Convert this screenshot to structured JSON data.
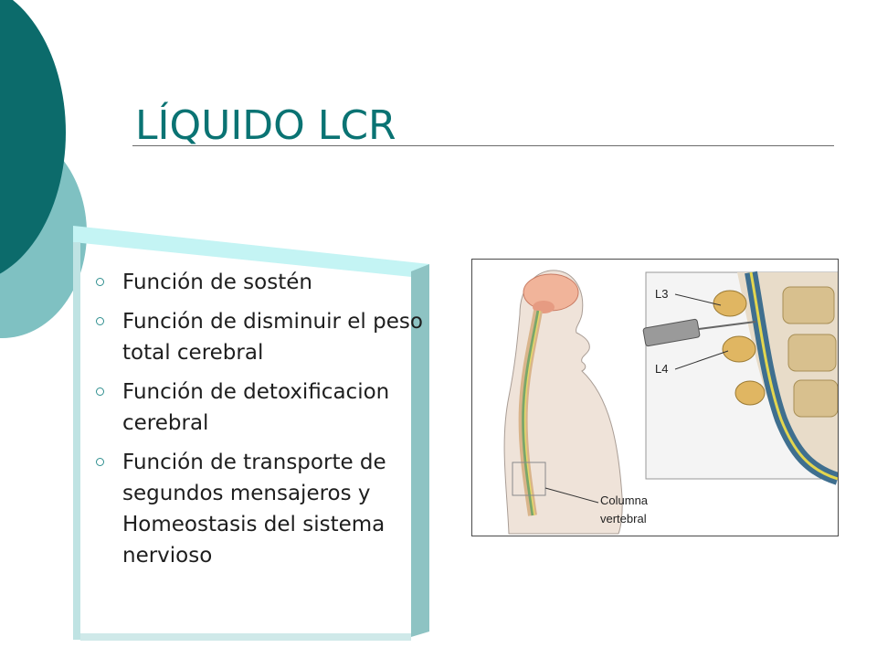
{
  "slide": {
    "title": "LÍQUIDO  LCR",
    "bullets": [
      "Función de sostén",
      "Función de disminuir el peso total cerebral",
      "Función de detoxificacion cerebral",
      "Función de transporte de segundos mensajeros y Homeostasis del sistema nervioso"
    ],
    "figure": {
      "label_l3": "L3",
      "label_l4": "L4",
      "caption_line1": "Columna",
      "caption_line2": "vertebral"
    }
  },
  "colors": {
    "accent_dark": "#0c6b6b",
    "accent_light": "#7fc1c2",
    "title": "#0a7373",
    "panel_top": "#c4f4f4",
    "panel_side": "#8ec3c3"
  }
}
